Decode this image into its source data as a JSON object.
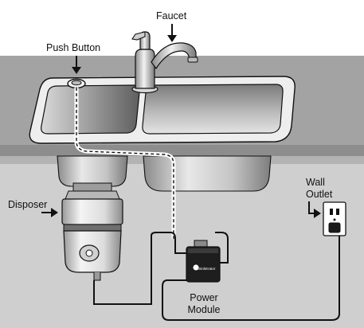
{
  "labels": {
    "faucet": "Faucet",
    "push_button": "Push Button",
    "disposer": "Disposer",
    "wall_outlet_line1": "Wall",
    "wall_outlet_line2": "Outlet",
    "power_module_line1": "Power",
    "power_module_line2": "Module",
    "module_brand": "InSinkErator"
  },
  "colors": {
    "counter_top": "#9a9a9a",
    "cabinet": "#c9c9c9",
    "steel_light": "#e6e6e6",
    "steel_dark": "#6f6f6f",
    "outline": "#111111"
  }
}
